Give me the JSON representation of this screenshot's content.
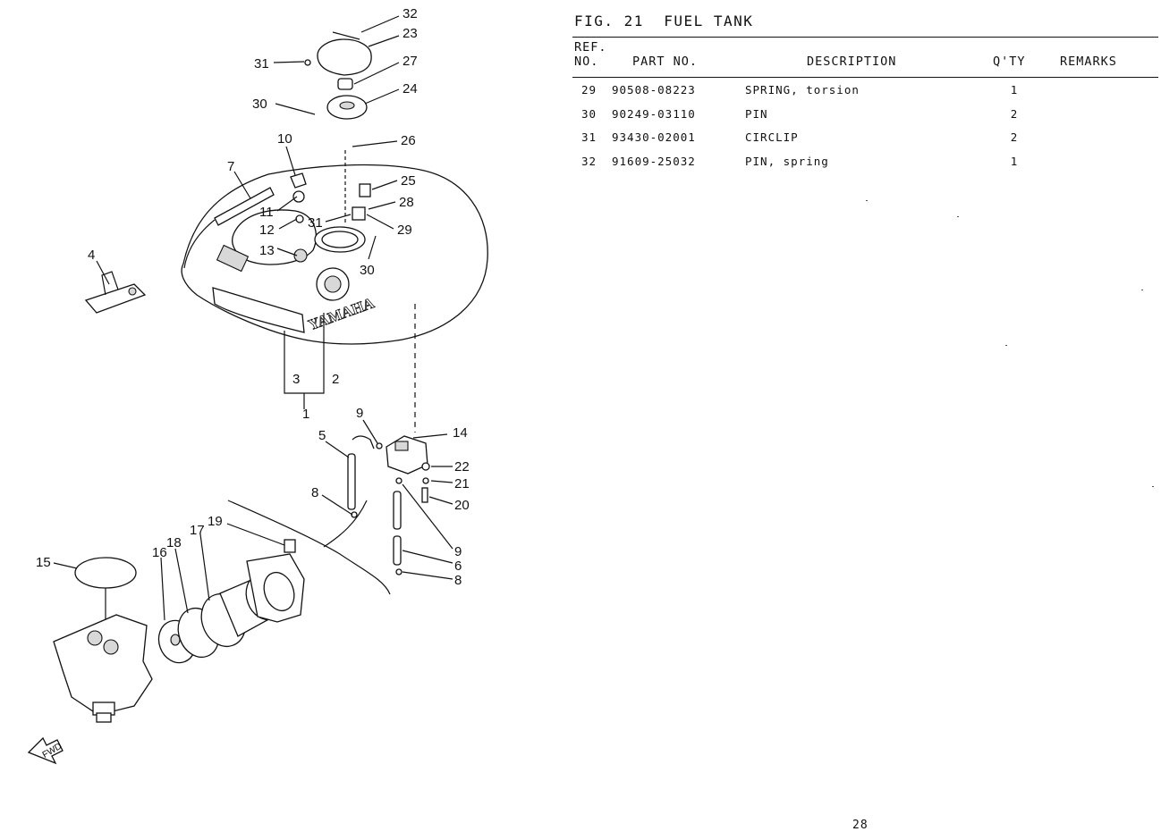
{
  "figure": {
    "number_label": "FIG. 21",
    "title": "FUEL TANK"
  },
  "table": {
    "headers": {
      "ref_line1": "REF.",
      "ref_line2": "NO.",
      "part_no": "PART NO.",
      "description": "DESCRIPTION",
      "qty": "Q'TY",
      "remarks": "REMARKS"
    },
    "rows": [
      {
        "ref": "29",
        "part_no": "90508-08223",
        "description": "SPRING, torsion",
        "qty": "1",
        "remarks": ""
      },
      {
        "ref": "30",
        "part_no": "90249-03110",
        "description": "PIN",
        "qty": "2",
        "remarks": ""
      },
      {
        "ref": "31",
        "part_no": "93430-02001",
        "description": "CIRCLIP",
        "qty": "2",
        "remarks": ""
      },
      {
        "ref": "32",
        "part_no": "91609-25032",
        "description": "PIN, spring",
        "qty": "1",
        "remarks": ""
      }
    ]
  },
  "diagram": {
    "brand_text": "YAMAHA",
    "fwd_text": "FWD",
    "callouts": [
      "32",
      "23",
      "31",
      "27",
      "30",
      "24",
      "26",
      "10",
      "7",
      "25",
      "28",
      "11",
      "12",
      "31",
      "29",
      "13",
      "30",
      "4",
      "3",
      "2",
      "1",
      "9",
      "14",
      "5",
      "22",
      "21",
      "20",
      "8",
      "19",
      "17",
      "18",
      "16",
      "15",
      "9",
      "6",
      "8"
    ]
  },
  "page_number": "28"
}
